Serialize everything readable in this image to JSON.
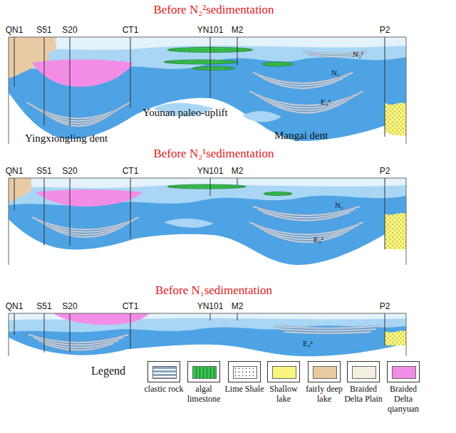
{
  "diagram": {
    "labels": [
      "Before N₂²sedimentation",
      "QN1",
      "S51",
      "S20",
      "CT1",
      "YN101",
      "M2",
      "P2",
      "N₂¹",
      "N₁",
      "E₃²",
      "Yingxiongling dent",
      "Younan paleo-uplift",
      "Mangai dent",
      "Before N₂¹sedimentation",
      "QN1",
      "S51",
      "S20",
      "CT1",
      "YN101",
      "M2",
      "P2",
      "N₁",
      "E₃²",
      "Before N₁sedimentation",
      "QN1",
      "S51",
      "S20",
      "CT1",
      "YN101",
      "M2",
      "P2",
      "E₃²",
      "Legend"
    ],
    "legend": [
      {
        "text": "clastic rock"
      },
      {
        "text": "algal limestone"
      },
      {
        "text": "Lime Shale"
      },
      {
        "text": "Shallow lake",
        "color": "#f7f57e"
      },
      {
        "text": "fairly deep lake",
        "color": "#e8c9a0"
      },
      {
        "text": "Braided Delta Plain",
        "color": "#f4eee0"
      },
      {
        "text": "Braided Delta qianyuan",
        "color": "#f28de6"
      }
    ]
  }
}
